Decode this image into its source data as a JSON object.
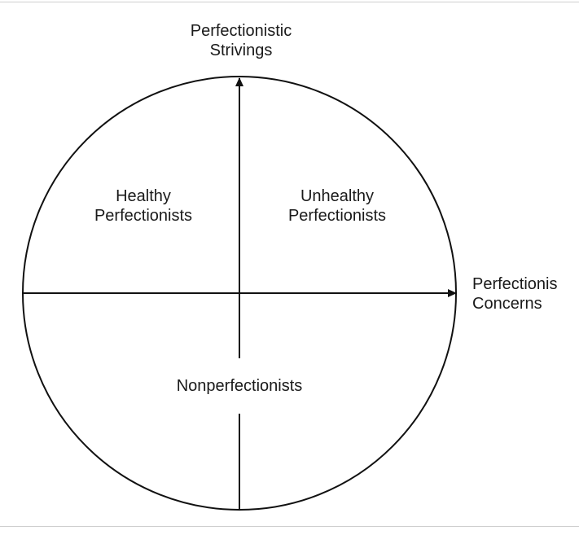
{
  "axes": {
    "vertical": {
      "line1": "Perfectionistic",
      "line2": "Strivings"
    },
    "horizontal": {
      "line1": "Perfectionis",
      "line2": "Concerns"
    }
  },
  "quadrants": {
    "upper_left": {
      "line1": "Healthy",
      "line2": "Perfectionists"
    },
    "upper_right": {
      "line1": "Unhealthy",
      "line2": "Perfectionists"
    },
    "bottom": {
      "label": "Nonperfectionists"
    }
  }
}
